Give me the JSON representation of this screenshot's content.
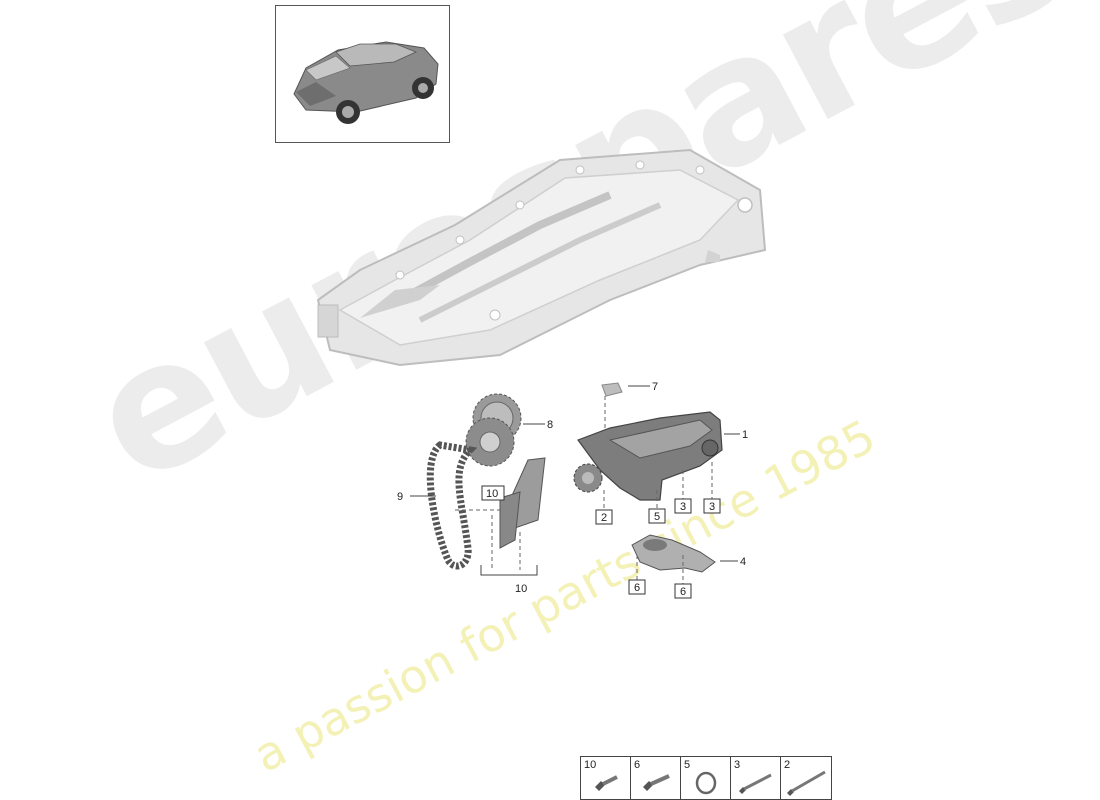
{
  "watermark": {
    "logo": "eurospares",
    "tagline": "a passion for parts since 1985"
  },
  "callouts": {
    "c1": "1",
    "c2": "2",
    "c3a": "3",
    "c3b": "3",
    "c4": "4",
    "c5": "5",
    "c6a": "6",
    "c6b": "6",
    "c7": "7",
    "c8": "8",
    "c9": "9",
    "c10a": "10",
    "c10b": "10"
  },
  "legend": [
    {
      "num": "10",
      "icon": "bolt-icon"
    },
    {
      "num": "6",
      "icon": "bolt-icon"
    },
    {
      "num": "5",
      "icon": "o-ring-icon"
    },
    {
      "num": "3",
      "icon": "long-bolt-icon"
    },
    {
      "num": "2",
      "icon": "long-bolt-icon"
    }
  ]
}
